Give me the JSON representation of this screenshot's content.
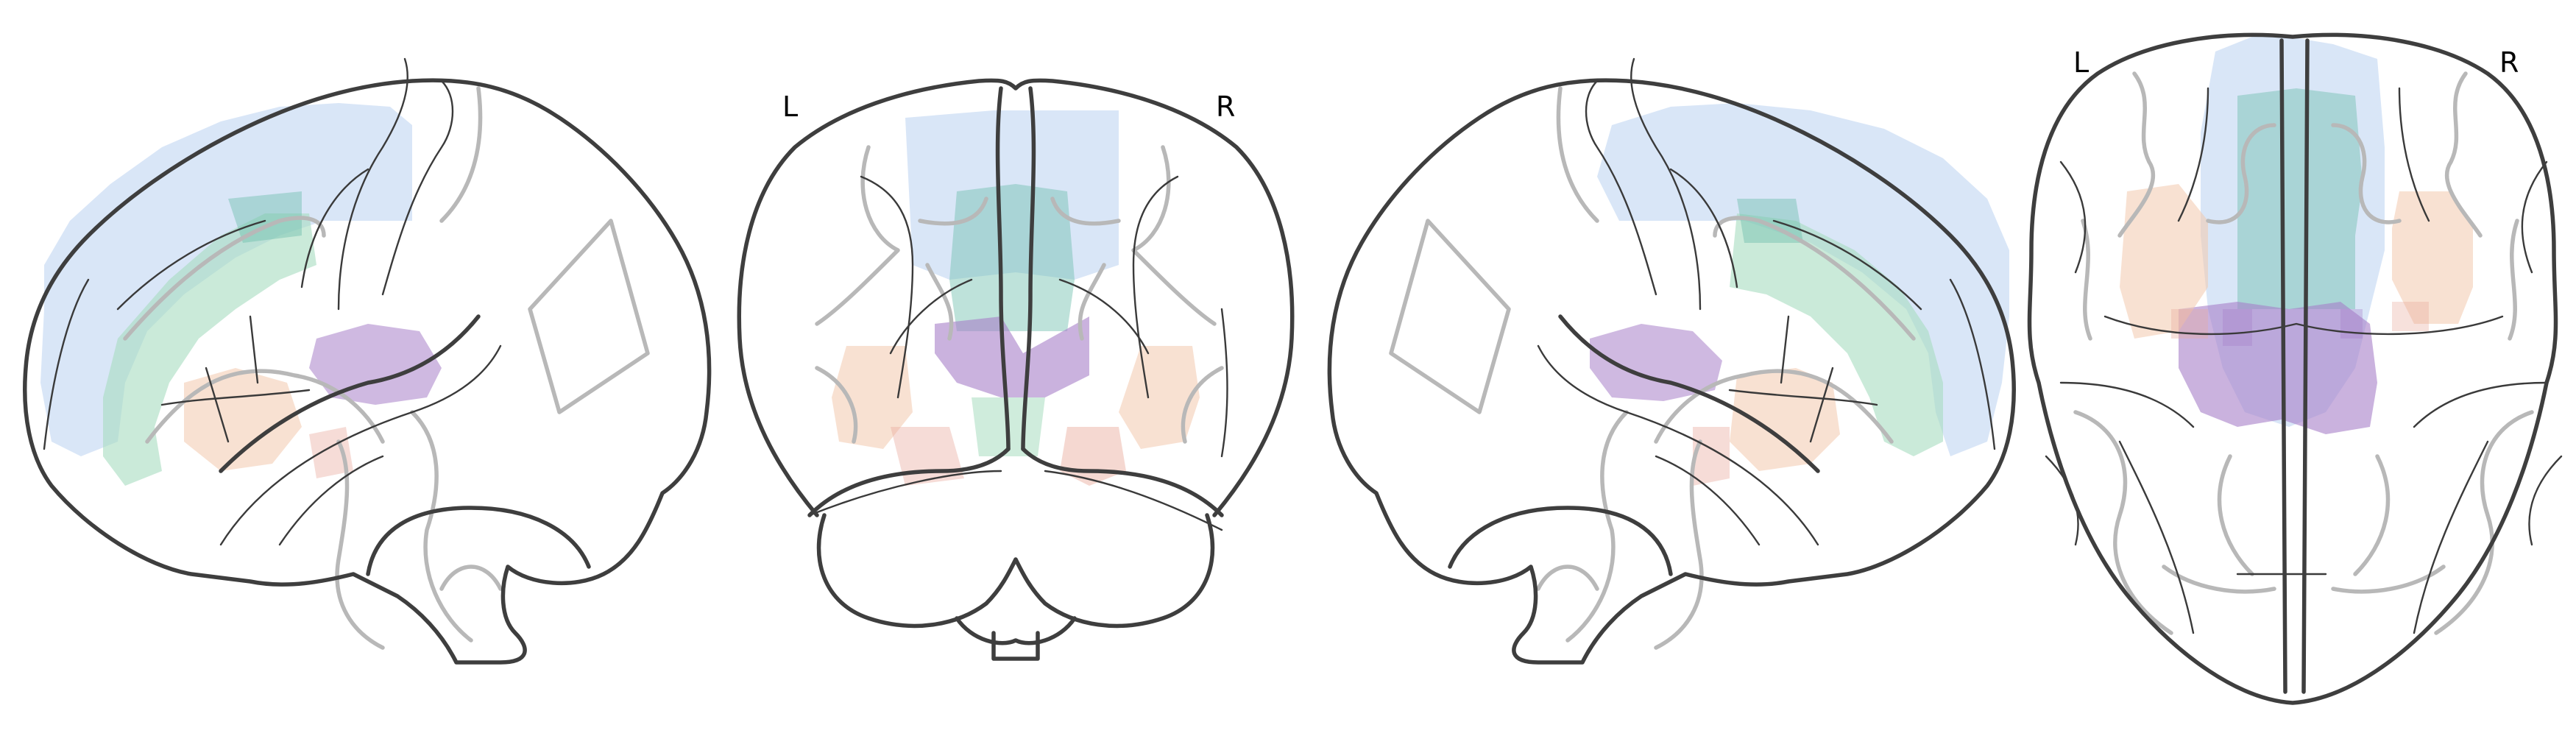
{
  "labels": {
    "coronal_left": "L",
    "coronal_right": "R",
    "axial_left": "L",
    "axial_right": "R"
  },
  "colors": {
    "background": "#ffffff",
    "outline": "#3e3e3e",
    "gyri": "#b8b8b8",
    "sulci": "#3a3a3a",
    "region_blue": "#b9d1f0",
    "region_green": "#a7dcc0",
    "region_teal": "#6fbfae",
    "region_purple": "#a77fc8",
    "region_orange": "#f2c9ad",
    "region_rose": "#e8a89a"
  },
  "views": [
    "sagittal-left",
    "coronal",
    "sagittal-right",
    "axial"
  ]
}
